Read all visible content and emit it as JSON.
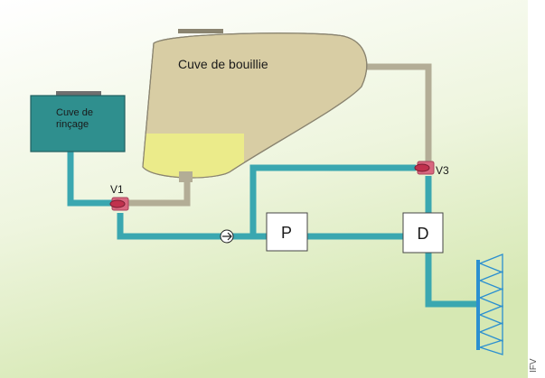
{
  "diagram": {
    "tank_main_label": "Cuve de bouillie",
    "tank_rinse_label_line1": "Cuve de",
    "tank_rinse_label_line2": "rinçage",
    "valve_1_label": "V1",
    "valve_3_label": "V3",
    "pump_label": "P",
    "distributor_label": "D"
  },
  "credit": "IFV",
  "colors": {
    "background_top": "#ffffff",
    "background_bottom": "#d6e8b3",
    "pipe_water": "#3aa7b0",
    "pipe_slurry": "#b3ad96",
    "tank_slurry_fill": "#d8cda4",
    "tank_liquid": "#ebeb8a",
    "tank_rinse": "#2f8f8e",
    "valve": "#d9677f",
    "nozzle_blue": "#2b8fd0"
  }
}
